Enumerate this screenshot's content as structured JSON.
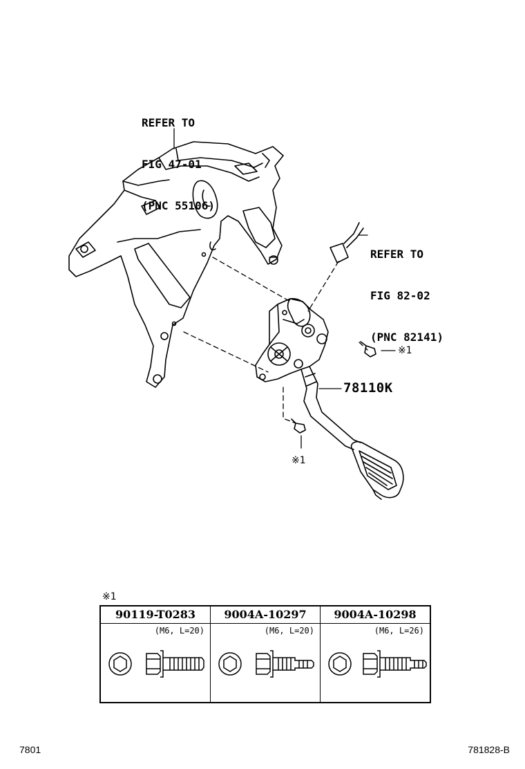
{
  "callouts": {
    "bracket_ref": [
      "REFER TO",
      "FIG 47-01",
      "(PNC 55106)"
    ],
    "connector_ref": [
      "REFER TO",
      "FIG 82-02",
      "(PNC 82141)"
    ],
    "pedal_part": "78110K",
    "bolt_mark_right": "※1",
    "bolt_mark_lower": "※1"
  },
  "legend": {
    "mark": "※1",
    "bolts": [
      {
        "part_no": "90119-T0283",
        "spec": "(M6, L=20)"
      },
      {
        "part_no": "9004A-10297",
        "spec": "(M6, L=20)"
      },
      {
        "part_no": "9004A-10298",
        "spec": "(M6, L=26)"
      }
    ]
  },
  "footer": {
    "left": "7801",
    "right": "781828-B"
  }
}
